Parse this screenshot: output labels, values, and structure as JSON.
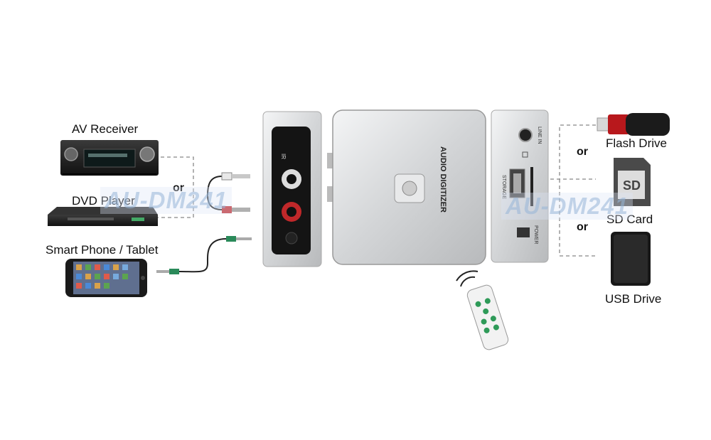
{
  "labels": {
    "av_receiver": "AV Receiver",
    "dvd_player": "DVD Player",
    "smart_phone": "Smart Phone / Tablet",
    "flash_drive": "Flash Drive",
    "sd_card": "SD Card",
    "usb_drive": "USB Drive"
  },
  "connectors": {
    "or": "or"
  },
  "device": {
    "top_text": "AUDIO DIGITIZER",
    "left_panel_text": "IR",
    "right_panel": {
      "line_in": "LINE IN",
      "storage": "STORAGE",
      "power": "POWER"
    },
    "sd_icon_text": "SD"
  },
  "watermark": "AU-DM241",
  "colors": {
    "device_silver": "#d4d6d8",
    "rca_red": "#c0282a",
    "rca_white": "#e8e8e8",
    "cable_green": "#2a8a5a",
    "dash": "#888888"
  }
}
